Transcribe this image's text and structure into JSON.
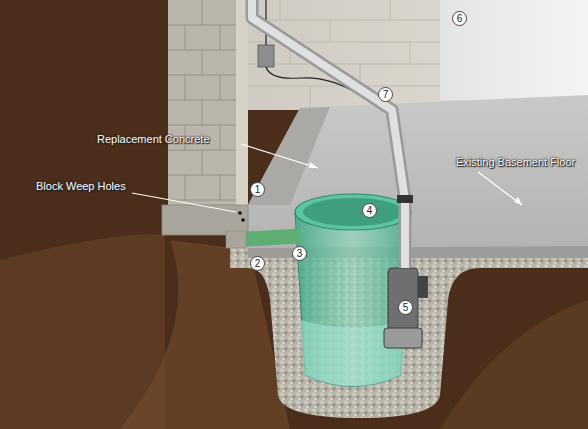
{
  "diagram": {
    "labels": [
      "6",
      "Replacement Concrete",
      "7",
      "Existing Basement Floor",
      "Block Weep Holes",
      "1",
      "4",
      "2",
      "3",
      "5"
    ]
  }
}
